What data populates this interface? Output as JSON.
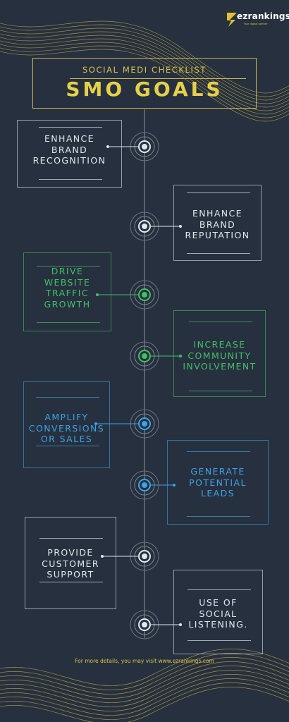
{
  "logo": {
    "text": "ezrankings",
    "tagline": "Your digital partner",
    "icon": "lightning-z-icon"
  },
  "header": {
    "subtitle": "SOCIAL MEDI CHECKLIST",
    "title": "SMO GOALS"
  },
  "colors": {
    "background": "#27303e",
    "gold": "#d8c34a",
    "white": "#dfe8ec",
    "green": "#41c166",
    "blue": "#3ba3e6"
  },
  "goals": [
    {
      "text": "ENHANCE\nBRAND\nRECOGNITION",
      "color": "white"
    },
    {
      "text": "ENHANCE\nBRAND\nREPUTATION",
      "color": "white"
    },
    {
      "text": "DRIVE\nWEBSITE\nTRAFFIC\nGROWTH",
      "color": "green"
    },
    {
      "text": "INCREASE\nCOMMUNITY\nINVOLVEMENT",
      "color": "green"
    },
    {
      "text": "AMPLIFY\nCONVERSIONS\nOR SALES",
      "color": "blue"
    },
    {
      "text": "GENERATE\nPOTENTIAL\nLEADS",
      "color": "blue"
    },
    {
      "text": "PROVIDE\nCUSTOMER\nSUPPORT",
      "color": "white"
    },
    {
      "text": "USE OF\nSOCIAL\nLISTENING.",
      "color": "white"
    }
  ],
  "footer": "For more details, you may visit www.ezrankings.com"
}
